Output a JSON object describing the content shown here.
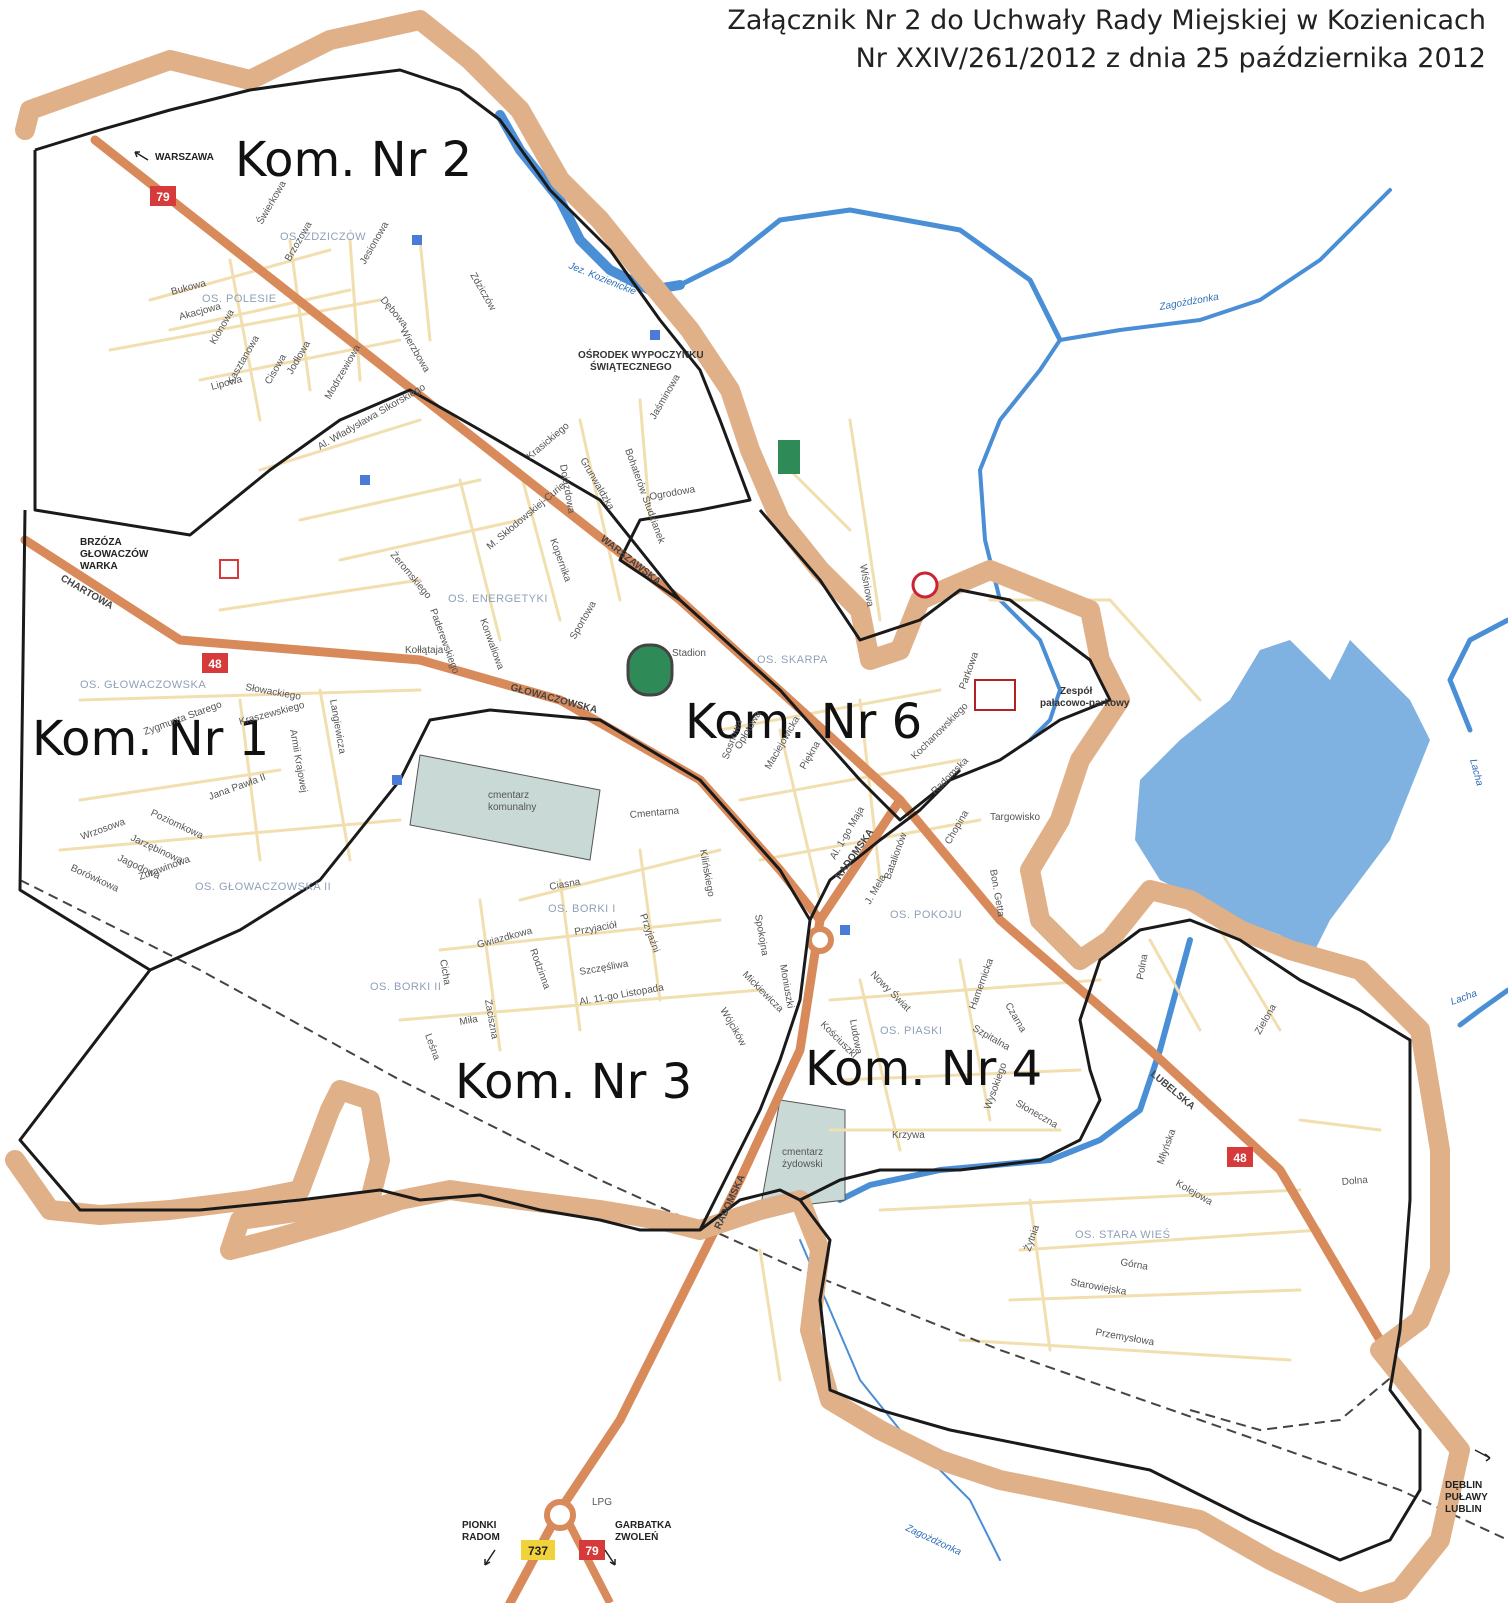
{
  "header": {
    "line1": "Załącznik Nr 2 do Uchwały Rady Miejskiej w Kozienicach",
    "line2": "Nr XXIV/261/2012 z dnia 25 października 2012"
  },
  "districts": {
    "d1": "Kom. Nr 1",
    "d2": "Kom. Nr 2",
    "d3": "Kom. Nr 3",
    "d4": "Kom. Nr 4",
    "d6": "Kom. Nr 6"
  },
  "directions": {
    "warszawa": "WARSZAWA",
    "brzoza1": "BRZÓZA",
    "brzoza2": "GŁOWACZÓW",
    "brzoza3": "WARKA",
    "pionki1": "PIONKI",
    "pionki2": "RADOM",
    "garbatka1": "GARBATKA",
    "garbatka2": "ZWOLEŃ",
    "deblin1": "DĘBLIN",
    "deblin2": "PUŁAWY",
    "deblin3": "LUBLIN"
  },
  "road_numbers": {
    "r79_top": "79",
    "r48_left": "48",
    "r48_right": "48",
    "r737": "737",
    "r79_bottom": "79"
  },
  "estates": {
    "zdziczow": "OS. ZDZICZÓW",
    "polesie": "OS. POLESIE",
    "energetyki": "OS. ENERGETYKI",
    "skarpa": "OS. SKARPA",
    "glowaczowska": "OS. GŁOWACZOWSKA",
    "glowaczowska2": "OS. GŁOWACZOWSKA II",
    "borki1": "OS. BORKI I",
    "borki2": "OS. BORKI II",
    "pokoju": "OS. POKOJU",
    "piaski": "OS. PIASKI",
    "stara_wies": "OS. STARA WIEŚ"
  },
  "places": {
    "osrodek1": "OŚRODEK WYPOCZYNKU",
    "osrodek2": "ŚWIĄTECZNEGO",
    "zespol1": "Zespół",
    "zespol2": "pałacowo-parkowy",
    "cmentarz_kom1": "cmentarz",
    "cmentarz_kom2": "komunalny",
    "cmentarz_zyd1": "cmentarz",
    "cmentarz_zyd2": "żydowski",
    "lpg": "LPG",
    "stadion": "Stadion"
  },
  "rivers": {
    "zagozdzonka_top": "Zagożdżonka",
    "zagozdzonka_bottom": "Zagożdżonka",
    "jezioro": "Jez. Kozienickie",
    "lacha_top": "Lacha",
    "lacha_mid": "Lacha"
  },
  "main_roads": {
    "warszawska": "WARSZAWSKA",
    "chartowa": "CHARTOWA",
    "glowaczowska": "GŁOWACZOWSKA",
    "radomska": "RADOMSKA",
    "radomska2": "RADOMSKA",
    "lubelska": "LUBELSKA"
  },
  "streets": {
    "s1": "Świerkowa",
    "s2": "Brzozowa",
    "s3": "Jesionowa",
    "s4": "Bukowa",
    "s5": "Akacjowa",
    "s6": "Klonowa",
    "s7": "Lipowa",
    "s8": "Kasztanowa",
    "s9": "Cisowa",
    "s10": "Jodłowa",
    "s11": "Modrzewiowa",
    "s12": "Dębowa",
    "s13": "Wierzbowa",
    "s14": "Zdziczów",
    "s15": "Al. Władysława Sikorskiego",
    "s16": "Krasickiego",
    "s17": "Dojazdowa",
    "s18": "Grunwaldzka",
    "s19": "Bohaterów Studzianek",
    "s20": "Jaśminowa",
    "s21": "Ogrodowa",
    "s22": "Żeromskiego",
    "s23": "M. Skłodowskiej-Curie",
    "s24": "Kopernika",
    "s25": "Paderewskiego",
    "s26": "Konwaliowa",
    "s27": "Sportowa",
    "s28": "Kołłątaja",
    "s29": "Zygmunta Starego",
    "s30": "Słowackiego",
    "s31": "Langiewicza",
    "s32": "Kraszewskiego",
    "s33": "Armii Krajowej",
    "s34": "Jana Pawła II",
    "s35": "Wrzosowa",
    "s36": "Poziomkowa",
    "s37": "Jarzębinowa",
    "s38": "Jagodowa",
    "s39": "Borówkowa",
    "s40": "Żurawinowa",
    "s41": "Cmentarna",
    "s42": "Kilińskiego",
    "s43": "Sosnowa",
    "s44": "Opłotowa",
    "s45": "Maciejowicka",
    "s46": "Piękna",
    "s47": "Kochanowskiego",
    "s48": "Parkowa",
    "s49": "Radomska",
    "s50": "Chopina",
    "s51": "Bon. Getta",
    "s52": "Ciasna",
    "s53": "Przyjaźni",
    "s54": "Gwiazdkowa",
    "s55": "Przyjaciół",
    "s56": "Rodzinna",
    "s57": "Szczęśliwa",
    "s58": "Al. 11-go Listopada",
    "s59": "Cicha",
    "s60": "Miła",
    "s61": "Leśna",
    "s62": "Zaciszna",
    "s63": "Spokojna",
    "s64": "Wójcików",
    "s65": "Mickiewicza",
    "s66": "Moniuszki",
    "s67": "Nowy Świat",
    "s68": "Kościuszki",
    "s69": "Ludowa",
    "s70": "Hamernicka",
    "s71": "Szpitalna",
    "s72": "Wysokiego",
    "s73": "Słoneczna",
    "s74": "Krzywa",
    "s75": "Polna",
    "s76": "Zielona",
    "s77": "Młyńska",
    "s78": "Kolejowa",
    "s79": "Żytnia",
    "s80": "Górna",
    "s81": "Starowiejska",
    "s82": "Przemysłowa",
    "s83": "Dolna",
    "s84": "Al. 1-go Maja",
    "s85": "J. Mela",
    "s86": "Batalionów",
    "s87": "Czarna",
    "s88": "Targowisko",
    "s89": "Wiśniowa"
  },
  "colors": {
    "city_boundary": "#e0b088",
    "district_boundary": "#1a1a1a",
    "main_road": "#d98a5a",
    "minor_road": "#f1dfb0",
    "water": "#4a8fd6",
    "lake": "#7fb2e0",
    "cemetery": "#c9d9d6",
    "shield_red": "#d63a3a",
    "shield_yellow": "#f2d23a"
  }
}
